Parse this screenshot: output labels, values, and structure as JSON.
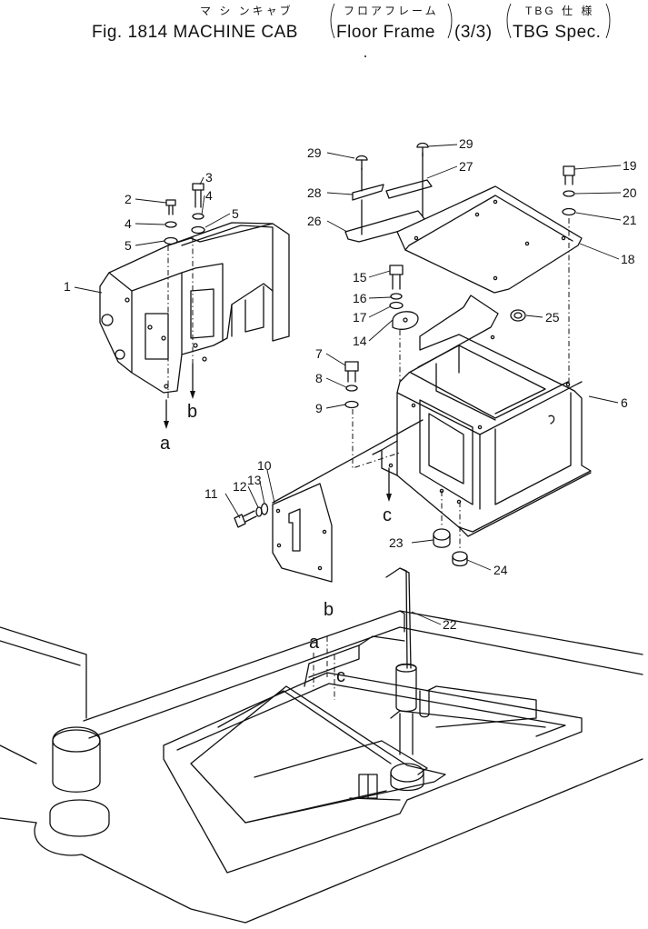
{
  "header": {
    "kana_main": "マ シ ンキャブ",
    "kana_sub": "フロアフレーム",
    "kana_spec": "TBG 仕 様",
    "fig_label": "Fig. 1814 MACHINE CAB",
    "sub_title": "Floor Frame",
    "page_part": "(3/3)",
    "spec": "TBG Spec."
  },
  "callouts": [
    {
      "id": "c1",
      "label": "1"
    },
    {
      "id": "c2",
      "label": "2"
    },
    {
      "id": "c3",
      "label": "3"
    },
    {
      "id": "c4a",
      "label": "4"
    },
    {
      "id": "c4b",
      "label": "4"
    },
    {
      "id": "c5a",
      "label": "5"
    },
    {
      "id": "c5b",
      "label": "5"
    },
    {
      "id": "c6",
      "label": "6"
    },
    {
      "id": "c7",
      "label": "7"
    },
    {
      "id": "c8",
      "label": "8"
    },
    {
      "id": "c9",
      "label": "9"
    },
    {
      "id": "c10",
      "label": "10"
    },
    {
      "id": "c11",
      "label": "11"
    },
    {
      "id": "c12",
      "label": "12"
    },
    {
      "id": "c13",
      "label": "13"
    },
    {
      "id": "c14",
      "label": "14"
    },
    {
      "id": "c15",
      "label": "15"
    },
    {
      "id": "c16",
      "label": "16"
    },
    {
      "id": "c17",
      "label": "17"
    },
    {
      "id": "c18",
      "label": "18"
    },
    {
      "id": "c19",
      "label": "19"
    },
    {
      "id": "c20",
      "label": "20"
    },
    {
      "id": "c21",
      "label": "21"
    },
    {
      "id": "c22",
      "label": "22"
    },
    {
      "id": "c23",
      "label": "23"
    },
    {
      "id": "c24",
      "label": "24"
    },
    {
      "id": "c25",
      "label": "25"
    },
    {
      "id": "c26",
      "label": "26"
    },
    {
      "id": "c27",
      "label": "27"
    },
    {
      "id": "c28",
      "label": "28"
    },
    {
      "id": "c29a",
      "label": "29"
    },
    {
      "id": "c29b",
      "label": "29"
    }
  ],
  "refs": [
    {
      "id": "ra1",
      "label": "a"
    },
    {
      "id": "rb1",
      "label": "b"
    },
    {
      "id": "rc1",
      "label": "c"
    },
    {
      "id": "rb2",
      "label": "b"
    },
    {
      "id": "ra2",
      "label": "a"
    },
    {
      "id": "rc2",
      "label": "c"
    }
  ]
}
